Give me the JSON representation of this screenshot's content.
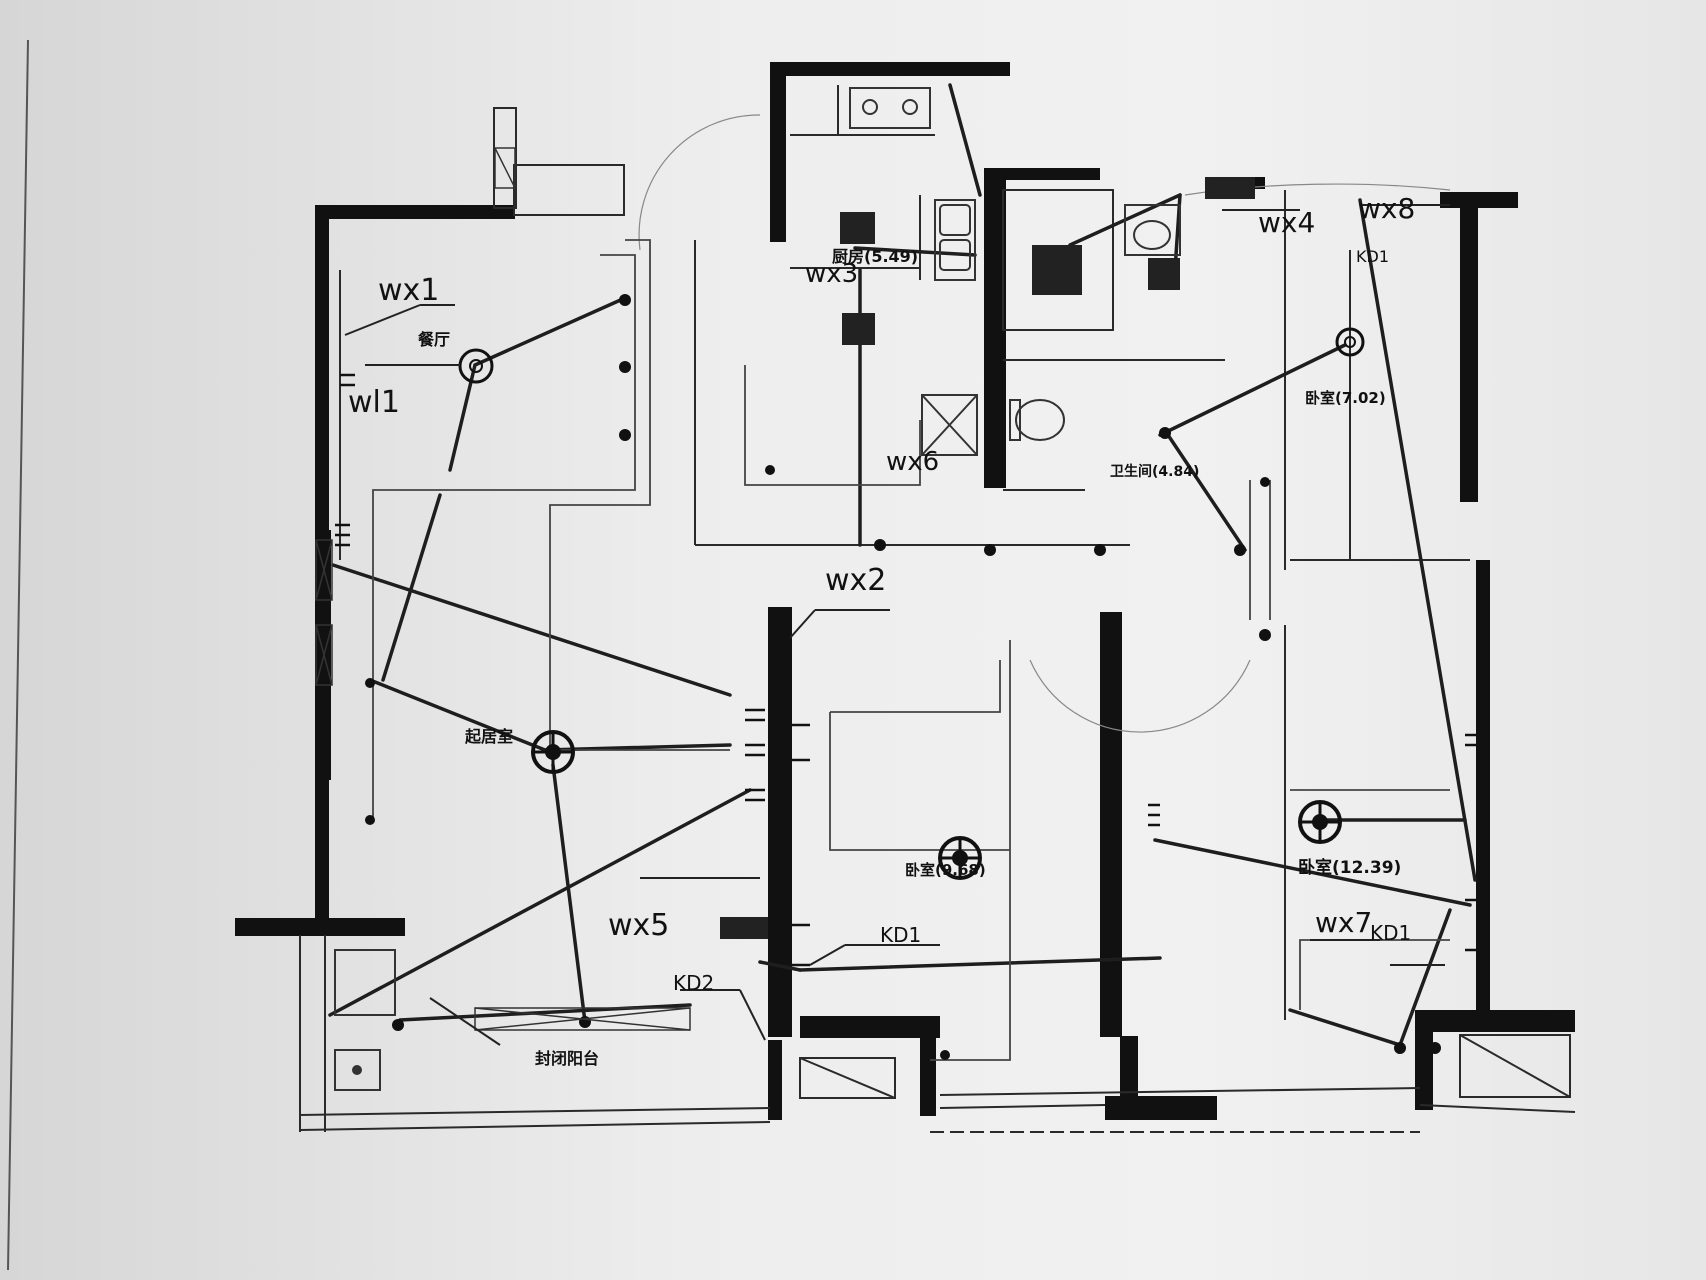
{
  "circuit_labels": {
    "wx1": "wx1",
    "wl1": "wl1",
    "wx2": "wx2",
    "wx3": "wx3",
    "wx4": "wx4",
    "wx5": "wx5",
    "wx6": "wx6",
    "wx7": "wx7",
    "wx8": "wx8",
    "kd1_mid": "KD1",
    "kd1_right": "KD1",
    "kd1_top": "KD1",
    "kd2": "KD2"
  },
  "room_labels": {
    "dining": "餐厅",
    "living": "起居室",
    "kitchen": "厨房(5.49)",
    "bath": "卫生间(4.84)",
    "bedroom_small": "卧室(7.02)",
    "bedroom_mid": "卧室(9.68)",
    "bedroom_right": "卧室(12.39)",
    "balcony": "封闭阳台"
  },
  "colors": {
    "wall": "#111111",
    "line": "#1e1e1e",
    "thin": "#4a4a4a",
    "paper": "#efefef"
  }
}
